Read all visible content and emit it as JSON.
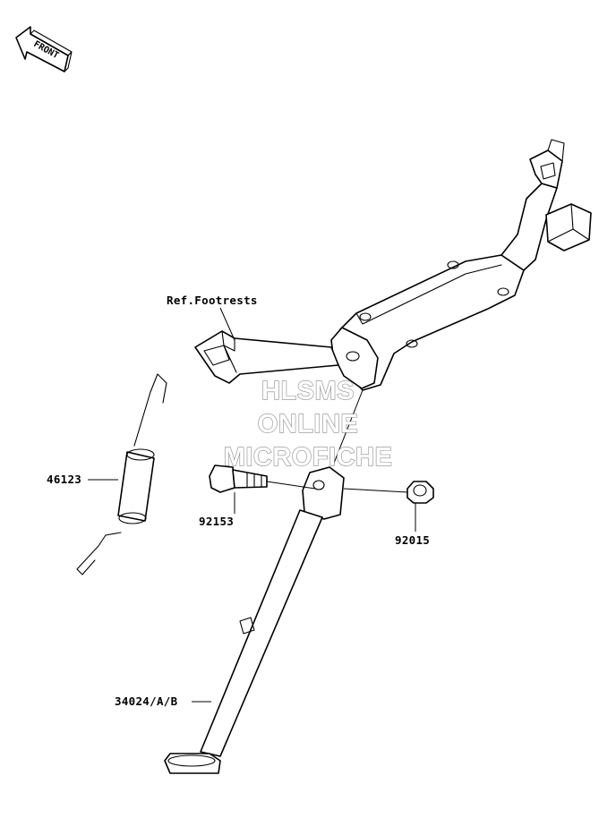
{
  "front_badge": {
    "text": "FRONT",
    "icon": "front-arrow-icon"
  },
  "parts": [
    {
      "id": "ref",
      "label": "Ref.Footrests"
    },
    {
      "id": "spring",
      "label": "46123"
    },
    {
      "id": "bolt",
      "label": "92153"
    },
    {
      "id": "nut",
      "label": "92015"
    },
    {
      "id": "stand",
      "label": "34024/A/B"
    }
  ],
  "watermark": {
    "line1": "HLSMS",
    "line2": "ONLINE",
    "line3": "MICROFICHE"
  },
  "colors": {
    "line": "#000000",
    "background": "#ffffff",
    "watermark_outline": "#8a8a8a"
  }
}
